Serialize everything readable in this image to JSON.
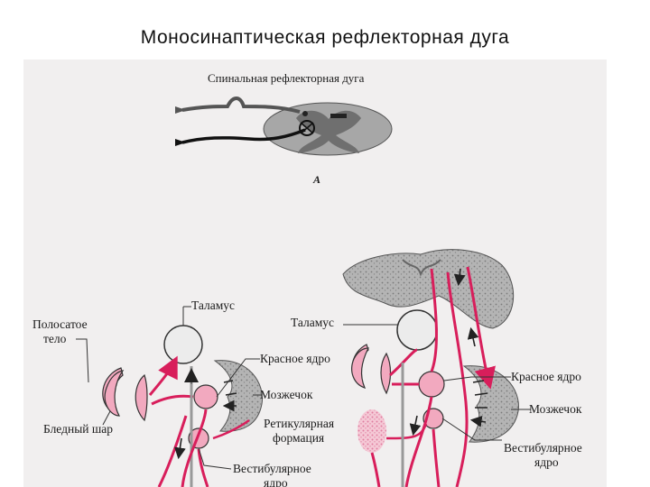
{
  "title": "Моносинаптическая  рефлекторная  дуга",
  "panel_a": {
    "caption": "Спинальная рефлекторная дуга",
    "letter": "A"
  },
  "panel_left": {
    "thalamus": "Таламус",
    "striatum_1": "Полосатое",
    "striatum_2": "тело",
    "red_nucleus": "Красное ядро",
    "cerebellum": "Мозжечок",
    "globus_pallidus": "Бледный шар",
    "reticular_1": "Ретикулярная",
    "reticular_2": "формация",
    "vestibular_1": "Вестибулярное",
    "vestibular_2": "ядро"
  },
  "panel_right": {
    "thalamus": "Таламус",
    "red_nucleus": "Красное ядро",
    "cerebellum": "Мозжечок",
    "vestibular_1": "Вестибулярное",
    "vestibular_2": "ядро"
  },
  "colors": {
    "pathway": "#d81e5b",
    "nucleus_pink": "#f2a9bf",
    "tissue_gray": "#9a9a9a",
    "background": "#f1efef"
  }
}
